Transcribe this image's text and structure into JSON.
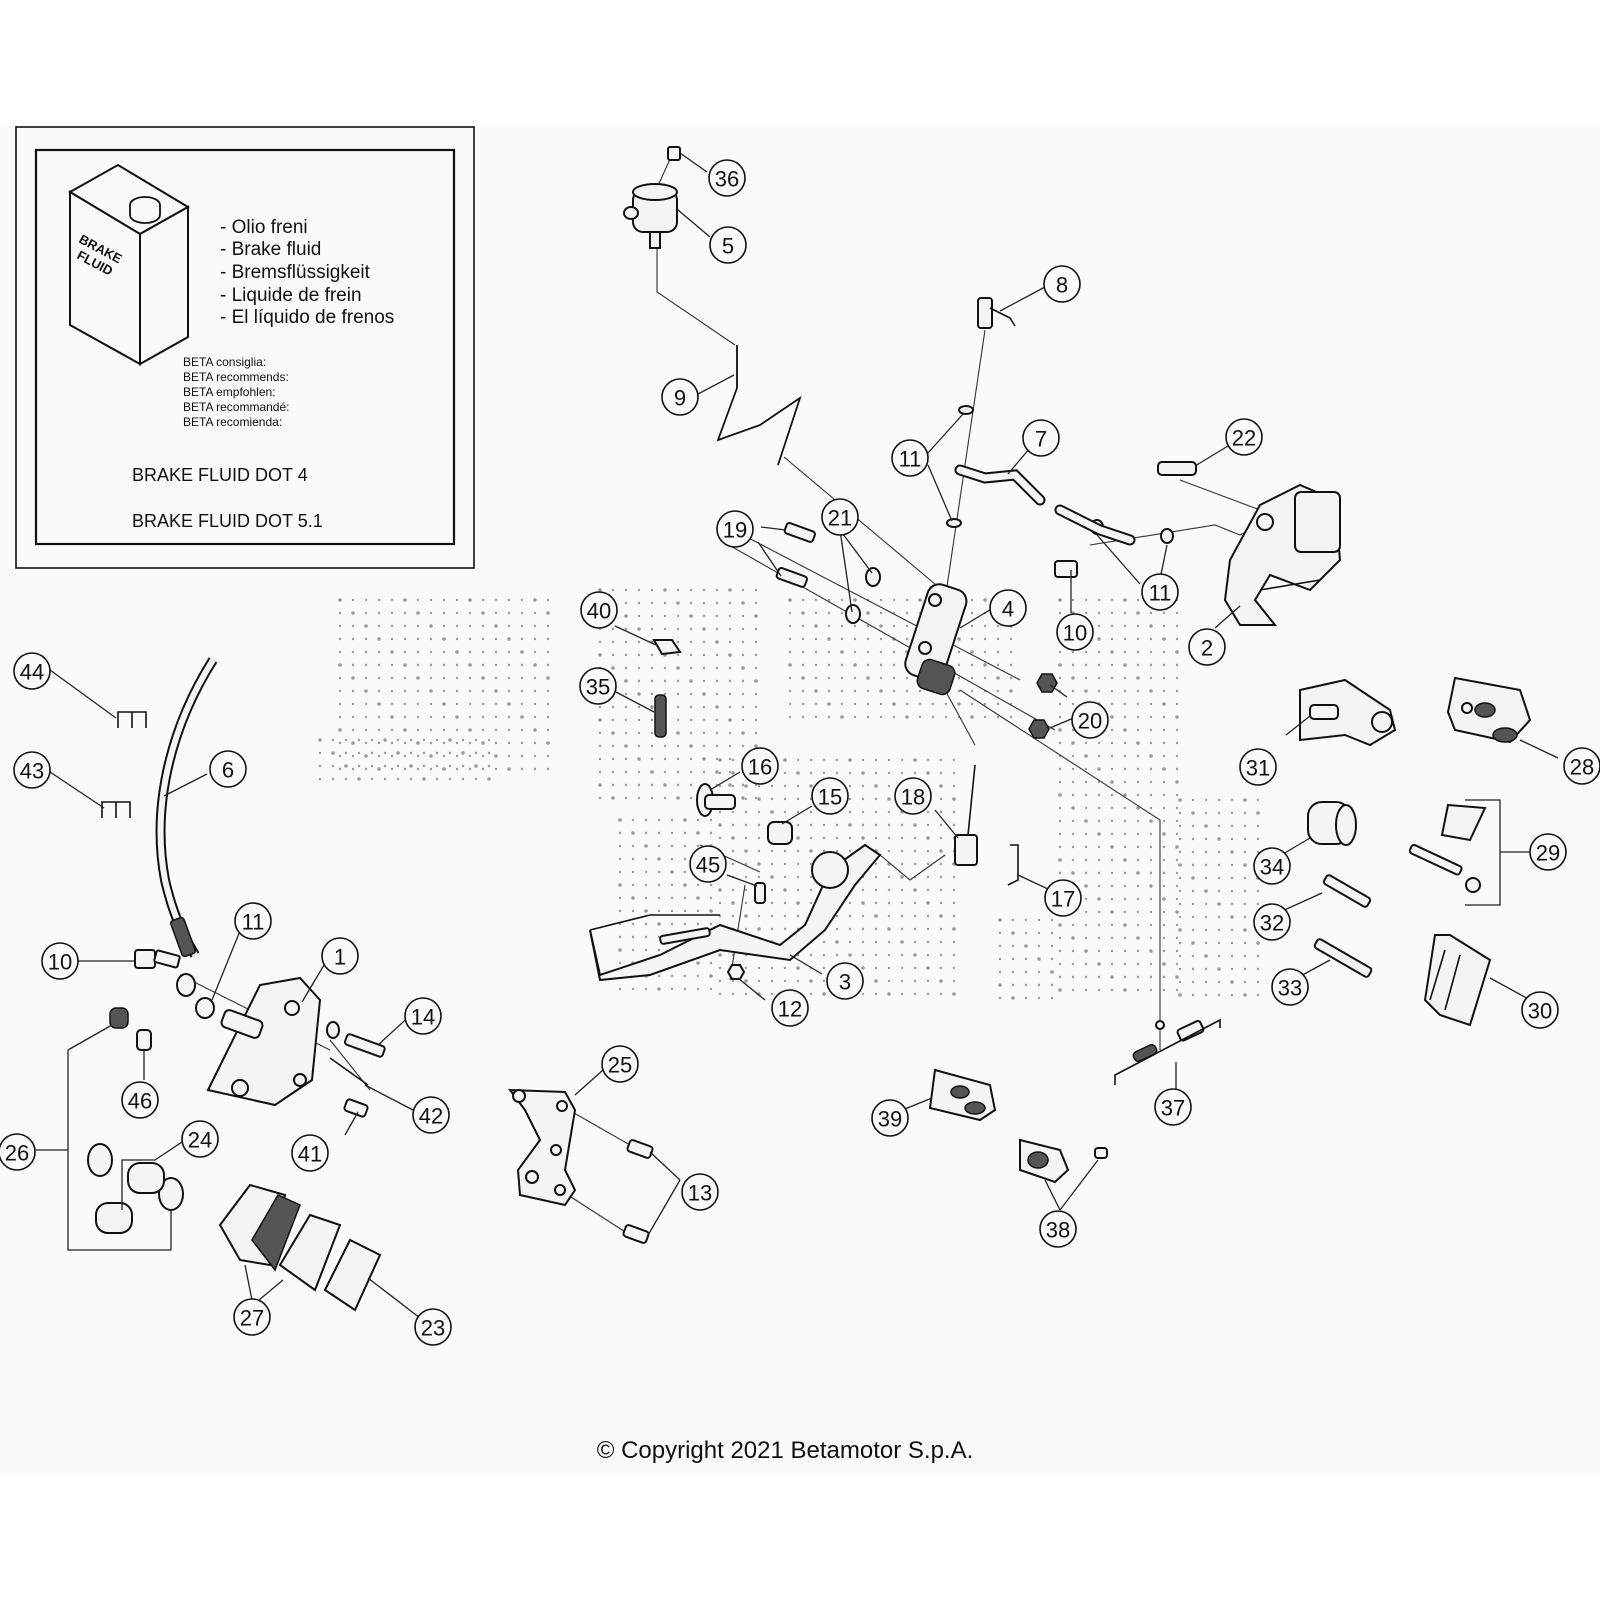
{
  "title": "Brake system exploded parts diagram",
  "brand_colors": {
    "line": "#111111",
    "background": "#fafafa",
    "watermark_dots": "#9a9a9a"
  },
  "fluid_panel": {
    "can_label_line1": "BRAKE",
    "can_label_line2": "FLUID",
    "translations": [
      "- Olio freni",
      "- Brake fluid",
      "- Bremsflüssigkeit",
      "- Liquide de frein",
      "- El líquido de frenos"
    ],
    "recommendations": [
      "BETA consiglia:",
      "BETA recommends:",
      "BETA empfohlen:",
      "BETA recommandé:",
      "BETA recomienda:"
    ],
    "fluid_types": [
      "BRAKE FLUID DOT 4",
      "BRAKE FLUID DOT 5.1"
    ]
  },
  "callouts": [
    {
      "id": "c1",
      "label": "1"
    },
    {
      "id": "c2",
      "label": "2"
    },
    {
      "id": "c3",
      "label": "3"
    },
    {
      "id": "c4",
      "label": "4"
    },
    {
      "id": "c5",
      "label": "5"
    },
    {
      "id": "c6",
      "label": "6"
    },
    {
      "id": "c7",
      "label": "7"
    },
    {
      "id": "c8",
      "label": "8"
    },
    {
      "id": "c9",
      "label": "9"
    },
    {
      "id": "c10a",
      "label": "10"
    },
    {
      "id": "c10b",
      "label": "10"
    },
    {
      "id": "c11a",
      "label": "11"
    },
    {
      "id": "c11b",
      "label": "11"
    },
    {
      "id": "c11c",
      "label": "11"
    },
    {
      "id": "c12",
      "label": "12"
    },
    {
      "id": "c13",
      "label": "13"
    },
    {
      "id": "c14",
      "label": "14"
    },
    {
      "id": "c15",
      "label": "15"
    },
    {
      "id": "c16",
      "label": "16"
    },
    {
      "id": "c17",
      "label": "17"
    },
    {
      "id": "c18",
      "label": "18"
    },
    {
      "id": "c19",
      "label": "19"
    },
    {
      "id": "c20",
      "label": "20"
    },
    {
      "id": "c21",
      "label": "21"
    },
    {
      "id": "c22",
      "label": "22"
    },
    {
      "id": "c23",
      "label": "23"
    },
    {
      "id": "c24",
      "label": "24"
    },
    {
      "id": "c25",
      "label": "25"
    },
    {
      "id": "c26",
      "label": "26"
    },
    {
      "id": "c27",
      "label": "27"
    },
    {
      "id": "c28",
      "label": "28"
    },
    {
      "id": "c29",
      "label": "29"
    },
    {
      "id": "c30",
      "label": "30"
    },
    {
      "id": "c31",
      "label": "31"
    },
    {
      "id": "c32",
      "label": "32"
    },
    {
      "id": "c33",
      "label": "33"
    },
    {
      "id": "c34",
      "label": "34"
    },
    {
      "id": "c35",
      "label": "35"
    },
    {
      "id": "c36",
      "label": "36"
    },
    {
      "id": "c37",
      "label": "37"
    },
    {
      "id": "c38",
      "label": "38"
    },
    {
      "id": "c39",
      "label": "39"
    },
    {
      "id": "c40",
      "label": "40"
    },
    {
      "id": "c41",
      "label": "41"
    },
    {
      "id": "c42",
      "label": "42"
    },
    {
      "id": "c43",
      "label": "43"
    },
    {
      "id": "c44",
      "label": "44"
    },
    {
      "id": "c45",
      "label": "45"
    },
    {
      "id": "c46",
      "label": "46"
    }
  ],
  "copyright": "© Copyright 2021 Betamotor S.p.A."
}
